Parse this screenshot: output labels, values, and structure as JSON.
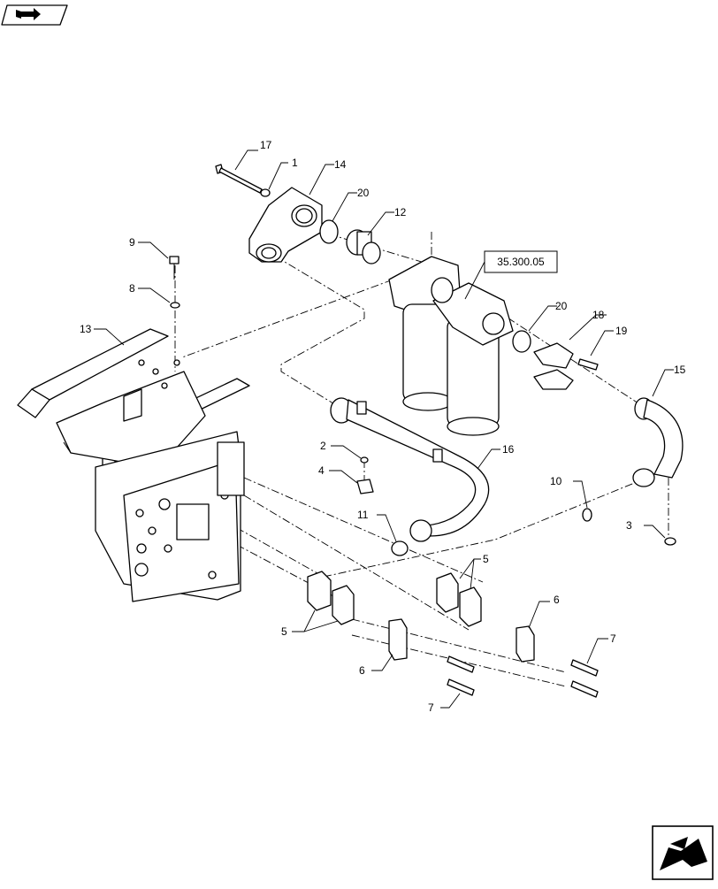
{
  "reference_box": {
    "label": "35.300.05"
  },
  "callouts": [
    {
      "id": "c17",
      "text": "17"
    },
    {
      "id": "c1",
      "text": "1"
    },
    {
      "id": "c14",
      "text": "14"
    },
    {
      "id": "c20a",
      "text": "20"
    },
    {
      "id": "c12",
      "text": "12"
    },
    {
      "id": "c9",
      "text": "9"
    },
    {
      "id": "c8",
      "text": "8"
    },
    {
      "id": "c13",
      "text": "13"
    },
    {
      "id": "c20b",
      "text": "20"
    },
    {
      "id": "c18",
      "text": "18"
    },
    {
      "id": "c19",
      "text": "19"
    },
    {
      "id": "c15",
      "text": "15"
    },
    {
      "id": "c2",
      "text": "2"
    },
    {
      "id": "c4",
      "text": "4"
    },
    {
      "id": "c16",
      "text": "16"
    },
    {
      "id": "c11",
      "text": "11"
    },
    {
      "id": "c10",
      "text": "10"
    },
    {
      "id": "c3",
      "text": "3"
    },
    {
      "id": "c5a",
      "text": "5"
    },
    {
      "id": "c5b",
      "text": "5"
    },
    {
      "id": "c6a",
      "text": "6"
    },
    {
      "id": "c6b",
      "text": "6"
    },
    {
      "id": "c7a",
      "text": "7"
    },
    {
      "id": "c7b",
      "text": "7"
    }
  ],
  "icons": {
    "top_left": "book-arrow-icon",
    "bottom_right": "navigation-arrow-icon"
  }
}
